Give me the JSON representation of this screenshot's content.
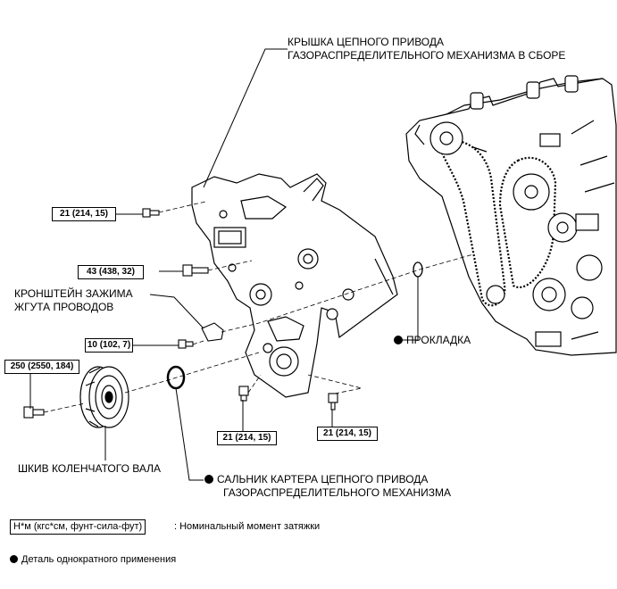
{
  "labels": {
    "chain_cover_line1": "КРЫШКА ЦЕПНОГО ПРИВОДА",
    "chain_cover_line2": "ГАЗОРАСПРЕДЕЛИТЕЛЬНОГО МЕХАНИЗМА В СБОРЕ",
    "harness_bracket_line1": "КРОНШТЕЙН ЗАЖИМА",
    "harness_bracket_line2": "ЖГУТА ПРОВОДОВ",
    "gasket": "ПРОКЛАДКА",
    "crank_pulley": "ШКИВ КОЛЕНЧАТОГО ВАЛА",
    "oil_seal_line1": "САЛЬНИК КАРТЕРА ЦЕПНОГО ПРИВОДА",
    "oil_seal_line2": "ГАЗОРАСПРЕДЕЛИТЕЛЬНОГО МЕХАНИЗМА"
  },
  "torque": {
    "t1": "21 (214, 15)",
    "t2": "43 (438, 32)",
    "t3": "10 (102, 7)",
    "t4": "250 (2550, 184)",
    "t5": "21 (214, 15)",
    "t6": "21 (214, 15)"
  },
  "legend": {
    "units": "Н*м (кгс*см, фунт-сила-фут)",
    "units_desc": ": Номинальный момент затяжки",
    "non_reusable": "Деталь однократного применения"
  }
}
